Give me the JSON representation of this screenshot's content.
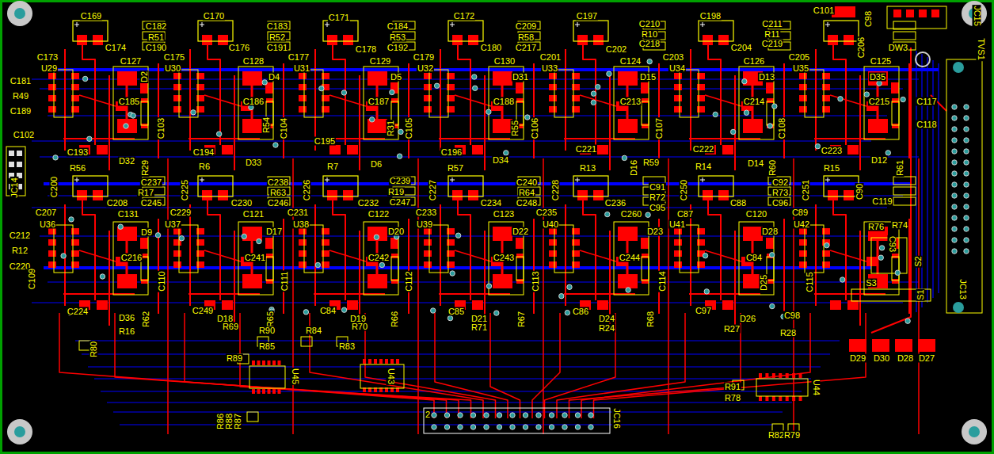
{
  "diagram": {
    "labels": [
      "C169",
      "C182",
      "R51",
      "C190",
      "C170",
      "C183",
      "R52",
      "C191",
      "C171",
      "C184",
      "R53",
      "C192",
      "C172",
      "C209",
      "R58",
      "C217",
      "C197",
      "C210",
      "R10",
      "C218",
      "C198",
      "C211",
      "R11",
      "C219",
      "C101",
      "C98",
      "JC15",
      "TVS1",
      "DW3",
      "C174",
      "C173",
      "U29",
      "C127",
      "C175",
      "U30",
      "C176",
      "C128",
      "C177",
      "U31",
      "C178",
      "C129",
      "C179",
      "U32",
      "C180",
      "C130",
      "C201",
      "U33",
      "C202",
      "C124",
      "C203",
      "U34",
      "C204",
      "C126",
      "C205",
      "U35",
      "C206",
      "C125",
      "D2",
      "D4",
      "D5",
      "D31",
      "D15",
      "D13",
      "D35",
      "C181",
      "R49",
      "C189",
      "C185",
      "C186",
      "C187",
      "C188",
      "C213",
      "C214",
      "C215",
      "C117",
      "C118",
      "C103",
      "R54",
      "C104",
      "R31",
      "C105",
      "R55",
      "C106",
      "C107",
      "C108",
      "C102",
      "C193",
      "C194",
      "C195",
      "C196",
      "C221",
      "C222",
      "C223",
      "D32",
      "R29",
      "D33",
      "D6",
      "D34",
      "D16",
      "R59",
      "D14",
      "R60",
      "D12",
      "R61",
      "R56",
      "R6",
      "R7",
      "R57",
      "R13",
      "R14",
      "R15",
      "JC14",
      "C200",
      "C237",
      "R17",
      "C245",
      "C225",
      "C238",
      "R63",
      "C246",
      "C226",
      "C239",
      "R19",
      "C247",
      "C227",
      "C240",
      "R64",
      "C248",
      "C228",
      "C91",
      "R72",
      "C95",
      "C250",
      "C92",
      "R73",
      "C96",
      "C251",
      "C90",
      "C119",
      "C207",
      "C208",
      "C229",
      "C230",
      "C231",
      "C232",
      "C233",
      "C234",
      "C235",
      "C236",
      "C260",
      "C87",
      "C88",
      "C89",
      "U36",
      "C131",
      "U37",
      "C121",
      "U38",
      "C122",
      "U39",
      "C123",
      "U40",
      "U41",
      "C120",
      "U42",
      "R76",
      "R74",
      "C93",
      "D9",
      "D17",
      "D20",
      "D22",
      "D23",
      "D28",
      "C212",
      "R12",
      "C220",
      "C216",
      "C241",
      "C242",
      "C243",
      "C244",
      "C84",
      "C109",
      "C110",
      "C111",
      "C112",
      "C113",
      "C114",
      "D25",
      "C115",
      "S2",
      "S3",
      "S1",
      "JC13",
      "C224",
      "C249",
      "C84",
      "C85",
      "C86",
      "C97",
      "C98",
      "D36",
      "R62",
      "D18",
      "R65",
      "D19",
      "R66",
      "D21",
      "R67",
      "D24",
      "R68",
      "D26",
      "R16",
      "R69",
      "R70",
      "R71",
      "R24",
      "R27",
      "R28",
      "R80",
      "R90",
      "R84",
      "R85",
      "R83",
      "R89",
      "U45",
      "U43",
      "U44",
      "R91",
      "R78",
      "D29",
      "D30",
      "D28",
      "D27",
      "2",
      "JC16",
      "R86",
      "R88",
      "R87",
      "R82",
      "R79"
    ]
  }
}
